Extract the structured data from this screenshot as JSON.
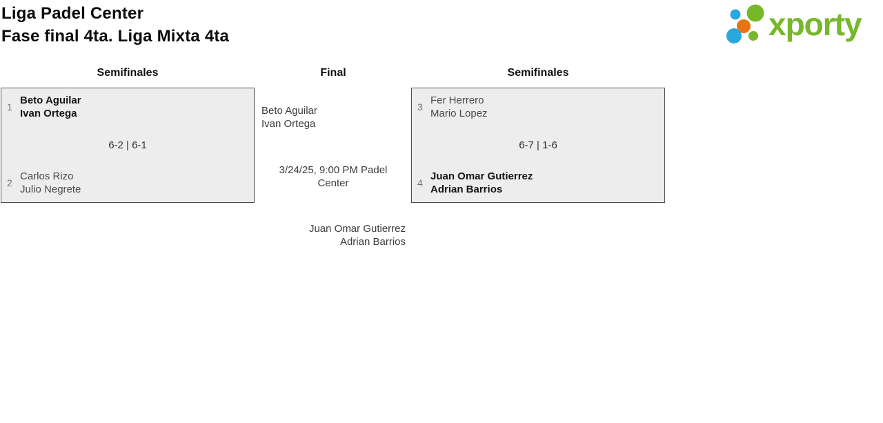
{
  "header": {
    "club": "Liga Padel Center",
    "phase": "Fase final 4ta. Liga Mixta 4ta"
  },
  "logo": {
    "text": "xporty",
    "colors": {
      "green": "#76b82a",
      "blue": "#29a8e0",
      "orange": "#e87511"
    }
  },
  "bracket": {
    "rounds": [
      {
        "label": "Semifinales"
      },
      {
        "label": "Final"
      },
      {
        "label": "Semifinales"
      }
    ],
    "matches": [
      {
        "round": "Semifinales",
        "score": "6-2 | 6-1",
        "teams": [
          {
            "seed": "1",
            "players": [
              "Beto Aguilar",
              "Ivan Ortega"
            ],
            "winner": true
          },
          {
            "seed": "2",
            "players": [
              "Carlos Rizo",
              "Julio Negrete"
            ],
            "winner": false
          }
        ]
      },
      {
        "round": "Semifinales",
        "score": "6-7 | 1-6",
        "teams": [
          {
            "seed": "3",
            "players": [
              "Fer Herrero",
              "Mario Lopez"
            ],
            "winner": false
          },
          {
            "seed": "4",
            "players": [
              "Juan Omar Gutierrez",
              "Adrian Barrios"
            ],
            "winner": true
          }
        ]
      }
    ],
    "final": {
      "team_top": [
        "Beto Aguilar",
        "Ivan Ortega"
      ],
      "schedule": "3/24/25, 9:00 PM Padel Center",
      "team_bottom": [
        "Juan Omar Gutierrez",
        "Adrian Barrios"
      ]
    }
  }
}
